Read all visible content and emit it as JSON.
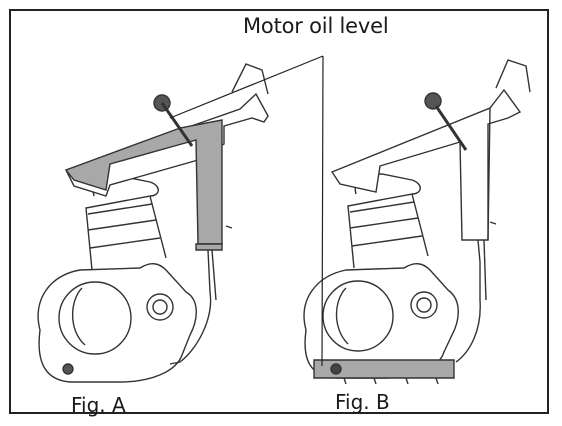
{
  "diagram": {
    "callout_label": "Motor oil level",
    "figures": [
      {
        "label": "Fig. A",
        "oil_location": "tank"
      },
      {
        "label": "Fig. B",
        "oil_location": "sump"
      }
    ],
    "colors": {
      "line": "#333333",
      "oil_fill": "#a8a8a8",
      "background": "#ffffff"
    }
  }
}
